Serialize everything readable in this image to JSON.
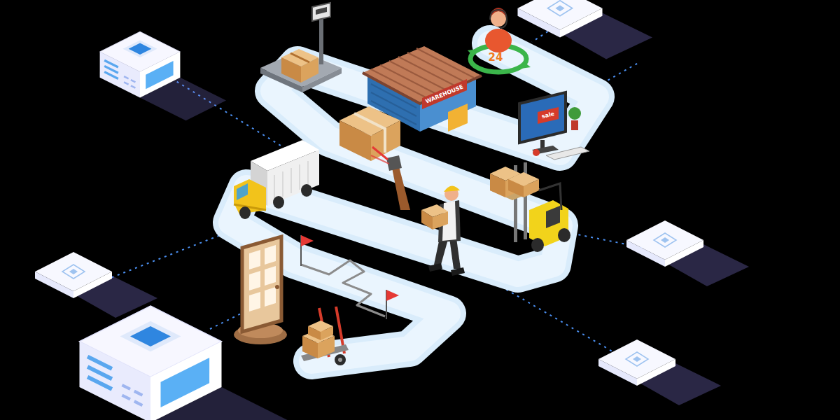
{
  "diagram": {
    "labels": [
      "WAREHOUSE",
      "24",
      "sale"
    ]
  }
}
